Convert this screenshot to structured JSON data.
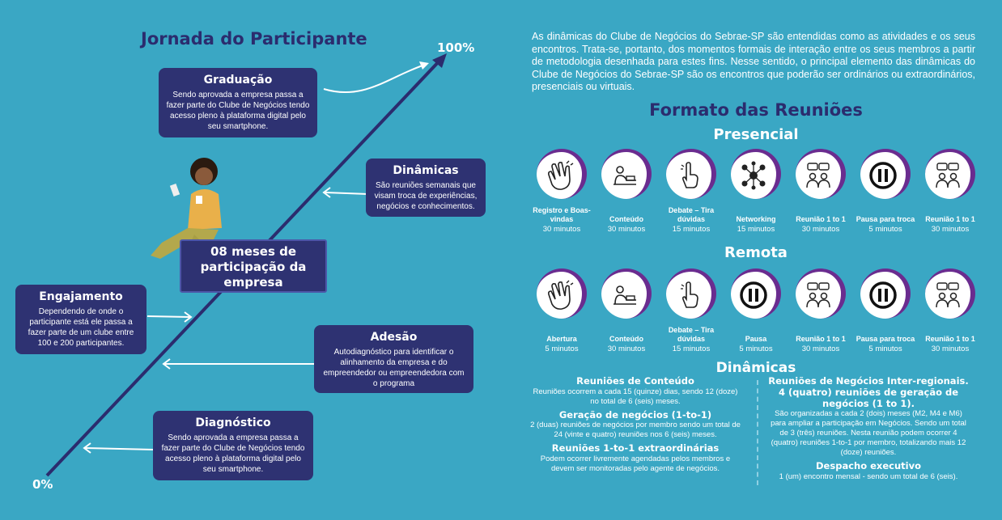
{
  "journey": {
    "title": "Jornada do Participante",
    "pct_top": "100%",
    "pct_bottom": "0%",
    "center": "08 meses de participação da empresa",
    "graduacao": {
      "title": "Graduação",
      "text": "Sendo aprovada a empresa passa a fazer parte do Clube de Negócios tendo acesso pleno à plataforma digital pelo seu smartphone."
    },
    "dinamicas": {
      "title": "Dinâmicas",
      "text": "São reuniões semanais que visam troca de experiências, negócios e conhecimentos."
    },
    "engajamento": {
      "title": "Engajamento",
      "text": "Dependendo de onde o participante está ele passa a fazer parte de um clube entre 100 e 200 participantes."
    },
    "adesao": {
      "title": "Adesão",
      "text": "Autodiagnóstico para identificar o alinhamento da empresa e do empreendedor ou empreendedora com o programa"
    },
    "diagnostico": {
      "title": "Diagnóstico",
      "text": "Sendo aprovada a empresa passa a fazer parte do Clube de Negócios tendo acesso pleno à plataforma digital pelo seu smartphone."
    }
  },
  "intro": "As dinâmicas do Clube de Negócios do Sebrae-SP são entendidas como as atividades e os seus encontros. Trata-se, portanto, dos momentos formais de interação entre os seus membros a partir de metodologia desenhada para estes fins. Nesse sentido, o principal elemento das dinâmicas do Clube de Negócios do Sebrae-SP são os encontros que poderão ser ordinários ou extraordinários, presenciais ou virtuais.",
  "formato_title": "Formato das Reuniões",
  "presencial": {
    "title": "Presencial",
    "steps": [
      {
        "icon": "clapping-hands-icon",
        "label": "Registro e Boas-vindas",
        "time": "30 minutos"
      },
      {
        "icon": "presenter-icon",
        "label": "Conteúdo",
        "time": "30 minutos"
      },
      {
        "icon": "raised-hand-icon",
        "label": "Debate – Tira dúvidas",
        "time": "15 minutos"
      },
      {
        "icon": "network-icon",
        "label": "Networking",
        "time": "15 minutos"
      },
      {
        "icon": "meeting-icon",
        "label": "Reunião 1 to 1",
        "time": "30 minutos"
      },
      {
        "icon": "pause-icon",
        "label": "Pausa para troca",
        "time": "5 minutos"
      },
      {
        "icon": "meeting-icon",
        "label": "Reunião 1 to 1",
        "time": "30 minutos"
      }
    ]
  },
  "remota": {
    "title": "Remota",
    "steps": [
      {
        "icon": "clapping-hands-icon",
        "label": "Abertura",
        "time": "5 minutos"
      },
      {
        "icon": "presenter-icon",
        "label": "Conteúdo",
        "time": "30 minutos"
      },
      {
        "icon": "raised-hand-icon",
        "label": "Debate – Tira dúvidas",
        "time": "15 minutos"
      },
      {
        "icon": "pause-icon",
        "label": "Pausa",
        "time": "5 minutos"
      },
      {
        "icon": "meeting-icon",
        "label": "Reunião 1 to 1",
        "time": "30 minutos"
      },
      {
        "icon": "pause-icon",
        "label": "Pausa para troca",
        "time": "5 minutos"
      },
      {
        "icon": "meeting-icon",
        "label": "Reunião 1 to 1",
        "time": "30 minutos"
      }
    ]
  },
  "dinamicas": {
    "title": "Dinâmicas",
    "left": [
      {
        "title": "Reuniões de Conteúdo",
        "text": "Reuniões ocorrem a cada 15 (quinze) dias, sendo 12 (doze) no total de 6 (seis) meses."
      },
      {
        "title": "Geração de negócios (1-to-1)",
        "text": "2 (duas) reuniões de negócios por membro sendo um total de 24 (vinte e quatro) reuniões nos 6 (seis) meses."
      },
      {
        "title": "Reuniões 1-to-1 extraordinárias",
        "text": "Podem ocorrer livremente agendadas pelos membros e devem ser monitoradas pelo agente de negócios."
      }
    ],
    "right": [
      {
        "title": "Reuniões de Negócios Inter-regionais. 4 (quatro) reuniões de geração de negócios (1 to 1).",
        "text": "São organizadas a cada 2 (dois) meses (M2, M4 e M6) para ampliar a participação em Negócios. Sendo um total de 3 (três) reuniões. Nesta reunião podem ocorrer 4 (quatro) reuniões 1-to-1 por membro, totalizando mais 12 (doze) reuniões."
      },
      {
        "title": "Despacho executivo",
        "text": "1 (um) encontro mensal - sendo um total de 6 (seis)."
      }
    ]
  },
  "colors": {
    "navy": "#2e3272",
    "purple": "#6a2c8f",
    "background": "#3aa7c4"
  }
}
